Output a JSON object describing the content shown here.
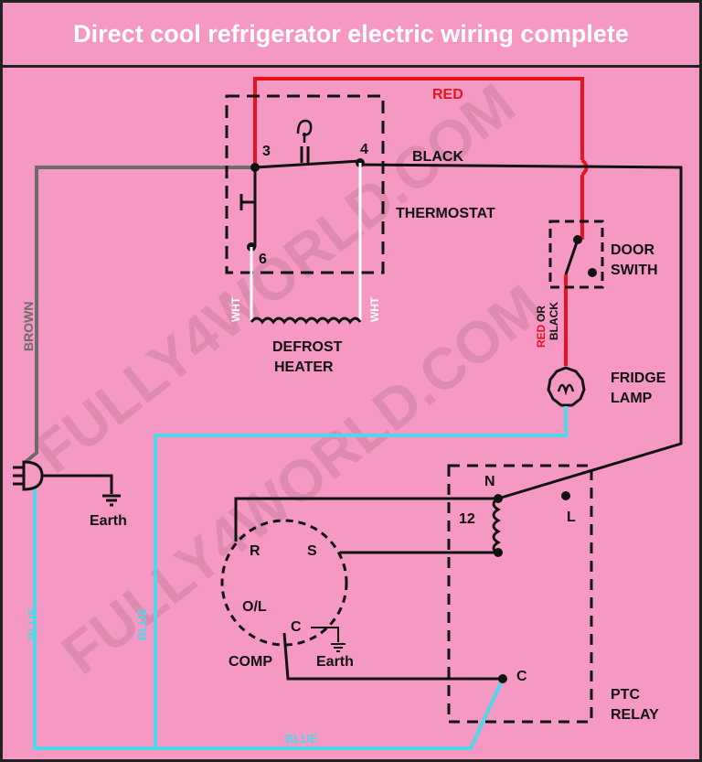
{
  "title": "Direct cool refrigerator electric wiring complete",
  "watermark": "FULLY4WORLD.COM",
  "colors": {
    "background": "#f599c4",
    "red_wire": "#e8141c",
    "blue_wire": "#4fd6e8",
    "black_wire": "#111111",
    "brown_wire": "#6b6b6b",
    "white_wire": "#ffffff",
    "title_text": "#ffffff"
  },
  "wires": {
    "red": "RED",
    "black": "BLACK",
    "brown": "BROWN",
    "blue": "BLUE",
    "wht": "WHT",
    "red_or_black_1": "RED",
    "red_or_black_2": "OR",
    "red_or_black_3": "BLACK"
  },
  "components": {
    "thermostat": {
      "label": "THERMOSTAT",
      "terminals": [
        "3",
        "4",
        "6"
      ]
    },
    "defrost_heater": {
      "label_line1": "DEFROST",
      "label_line2": "HEATER"
    },
    "door_switch": {
      "label_line1": "DOOR",
      "label_line2": "SWITH"
    },
    "fridge_lamp": {
      "label_line1": "FRIDGE",
      "label_line2": "LAMP"
    },
    "ptc_relay": {
      "label_line1": "PTC",
      "label_line2": "RELAY",
      "terminals": [
        "N",
        "12",
        "L",
        "C"
      ]
    },
    "compressor": {
      "label": "COMP",
      "terminals": [
        "R",
        "S",
        "O/L",
        "C"
      ]
    },
    "earth": "Earth"
  }
}
